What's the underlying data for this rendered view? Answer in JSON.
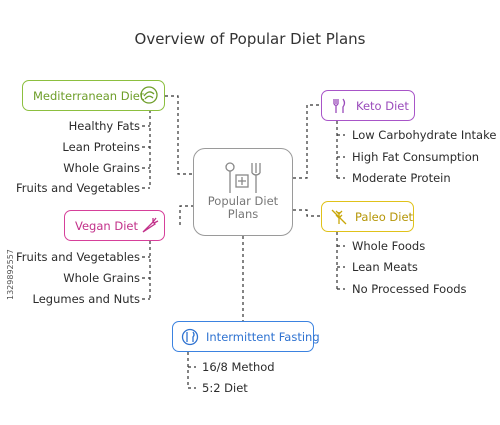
{
  "title": "Overview of Popular Diet Plans",
  "center": {
    "line1": "Popular Diet",
    "line2": "Plans",
    "icon": "utensils-cross-icon"
  },
  "nodes": {
    "mediterranean": {
      "label": "Mediterranean Diet",
      "color": "#8cbf3f",
      "icon": "salad-bowl-icon",
      "items": [
        "Healthy Fats",
        "Lean Proteins",
        "Whole Grains",
        "Fruits and Vegetables"
      ]
    },
    "vegan": {
      "label": "Vegan Diet",
      "color": "#d6409a",
      "icon": "carrot-icon",
      "items": [
        "Fruits and Vegetables",
        "Whole Grains",
        "Legumes and Nuts"
      ]
    },
    "keto": {
      "label": "Keto Diet",
      "color": "#a855c8",
      "icon": "fork-knife-icon",
      "items": [
        "Low Carbohydrate Intake",
        "High Fat Consumption",
        "Moderate Protein"
      ]
    },
    "paleo": {
      "label": "Paleo Diet",
      "color": "#e0c21a",
      "icon": "no-wheat-icon",
      "items": [
        "Whole Foods",
        "Lean Meats",
        "No Processed Foods"
      ]
    },
    "fasting": {
      "label": "Intermittent Fasting",
      "color": "#3b82e0",
      "icon": "plate-utensils-icon",
      "items": [
        "16/8 Method",
        "5:2 Diet"
      ]
    }
  },
  "watermark": "1329892557"
}
